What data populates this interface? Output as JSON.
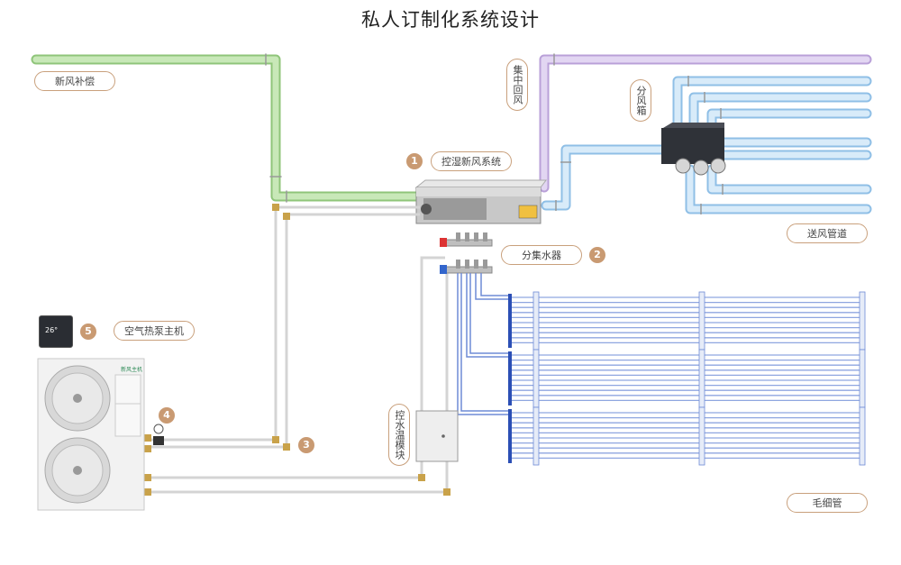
{
  "title": "私人订制化系统设计",
  "labels": {
    "fresh_air_comp": "新风补偿",
    "humidity_fresh_air": "控湿新风系统",
    "return_air": "集中回风",
    "split_box": "分风箱",
    "supply_duct": "送风管道",
    "manifold": "分集水器",
    "heat_pump": "空气热泵主机",
    "water_temp_module": "控水温模块",
    "capillary": "毛细管"
  },
  "badges": {
    "b1": "1",
    "b2": "2",
    "b3": "3",
    "b4": "4",
    "b5": "5"
  },
  "controller_display": "26°",
  "brand_text": "新风主机",
  "colors": {
    "fresh_pipe": "#b8dfa5",
    "return_pipe": "#cdb8e6",
    "supply_pipe": "#a9cfee",
    "capillary": "#5b77c9",
    "accent": "#c99a72",
    "water_pipe": "#d9d9d9"
  }
}
